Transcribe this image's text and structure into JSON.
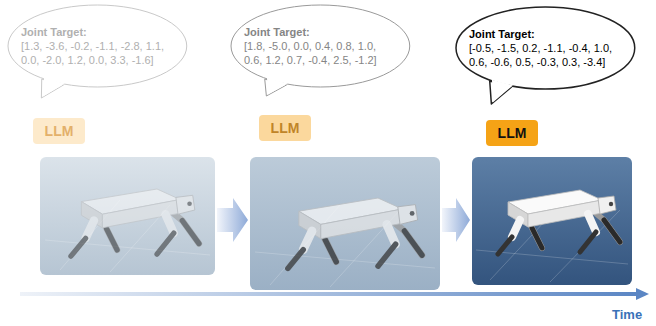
{
  "diagram": {
    "nodes": [
      {
        "text": [
          "Joint Target:",
          "[1.3, -3.6, -0.2, -1.1, -2.8, 1.1, 0.0, -2.0, 1.2, 0.0, 3.3, -1.6]"
        ]
      },
      {
        "text": [
          "LLM"
        ]
      },
      {
        "text": [
          "Joint Target:",
          "[1.8, -5.0, 0.0, 0.4, 0.8, 1.0, 0.6, 1.2, 0.7, -0.4, 2.5, -1.2]"
        ]
      },
      {
        "text": [
          "LLM"
        ]
      },
      {
        "text": [
          "Joint Target:",
          "[-0.5, -1.5, 0.2, -1.1, -0.4, 1.0, 0.6, -0.6, 0.5, -0.3, 0.3, -3.4]"
        ]
      },
      {
        "text": [
          "LLM"
        ]
      }
    ],
    "edges": [],
    "labels": [
      "Time"
    ]
  }
}
